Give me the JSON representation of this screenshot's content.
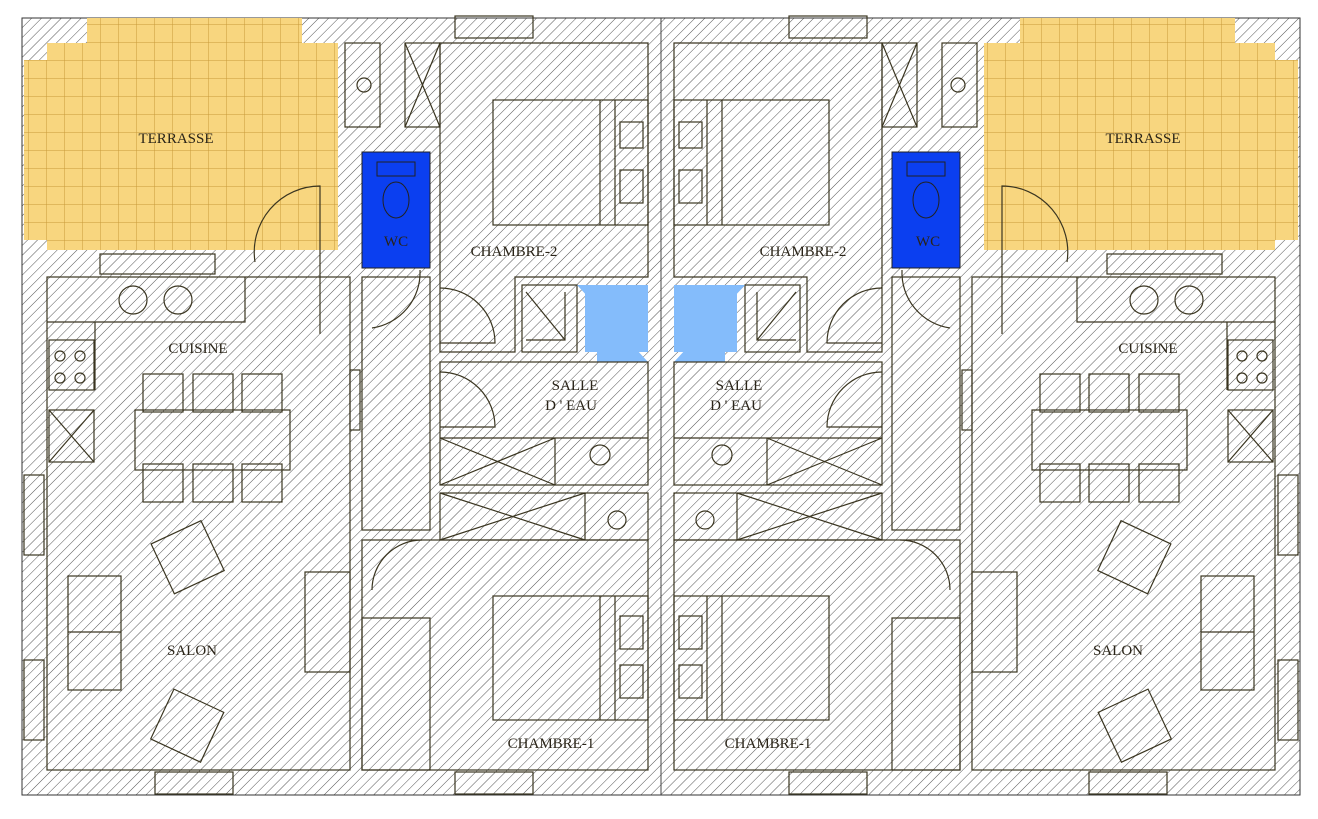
{
  "title": "Plan - maison jumelée",
  "colors": {
    "terrace": "#f8d67f",
    "living": "#d8dc6c",
    "corridor": "#dcfc80",
    "bedroom": "#f9d886",
    "bath": "#84bcfb",
    "wc": "#0b3ff0",
    "wall": "#ffffff"
  },
  "units": [
    {
      "side": "left",
      "labels": {
        "terrasse": "TERRASSE",
        "wc": "WC",
        "chambre2": "CHAMBRE-2",
        "salle1": "SALLE",
        "salle2": "D ' EAU",
        "cuisine": "CUISINE",
        "salon": "SALON",
        "chambre1": "CHAMBRE-1"
      }
    },
    {
      "side": "right",
      "labels": {
        "terrasse": "TERRASSE",
        "wc": "WC",
        "chambre2": "CHAMBRE-2",
        "salle1": "SALLE",
        "salle2": "D ' EAU",
        "cuisine": "CUISINE",
        "salon": "SALON",
        "chambre1": "CHAMBRE-1"
      }
    }
  ]
}
